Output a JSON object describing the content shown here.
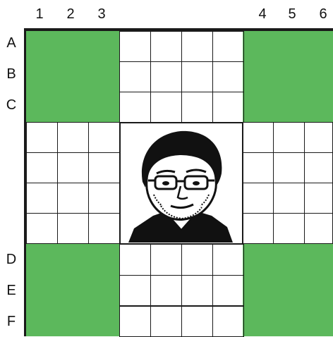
{
  "column_labels": [
    "1",
    "2",
    "3",
    "4",
    "5",
    "6"
  ],
  "row_labels": [
    "A",
    "B",
    "C",
    "D",
    "E",
    "F"
  ],
  "colors": {
    "corner_fill": "#5cb85c",
    "grid_line": "#1a1a1a",
    "background": "#ffffff"
  },
  "board": {
    "corner_blocks": [
      "top-left",
      "top-right",
      "bottom-left",
      "bottom-right"
    ],
    "center": "portrait"
  }
}
